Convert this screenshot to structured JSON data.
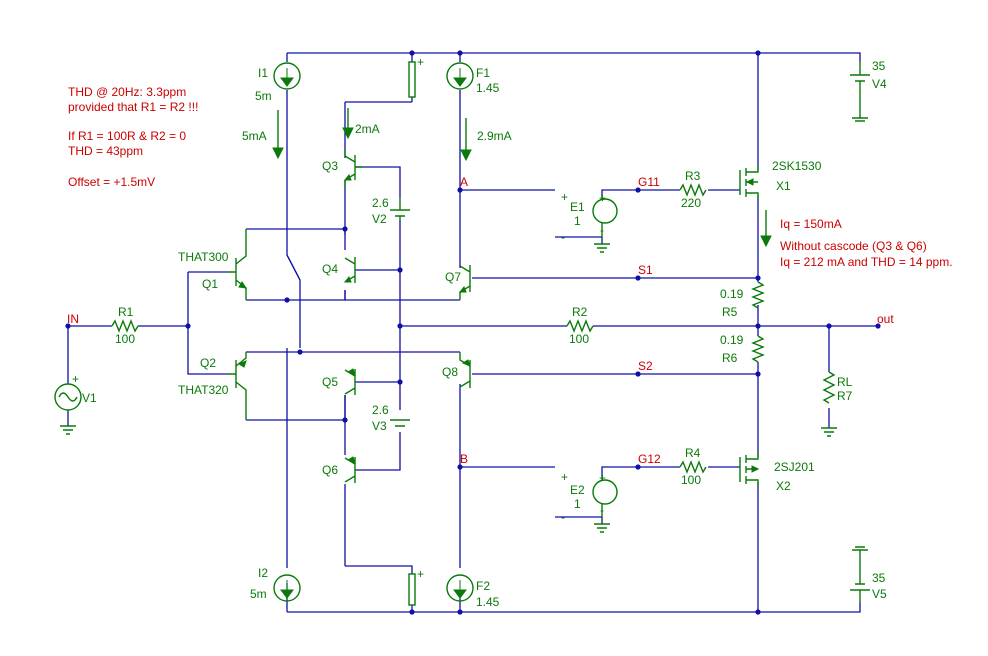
{
  "notes": {
    "thd_line1": "THD @ 20Hz:  3.3ppm",
    "thd_line2": "provided that R1 = R2 !!!",
    "alt_line1": "If R1 = 100R & R2 = 0",
    "alt_line2": "THD = 43ppm",
    "offset": "Offset = +1.5mV",
    "iq": "Iq = 150mA",
    "cascode_line1": "Without cascode (Q3 & Q6)",
    "cascode_line2": "Iq = 212 mA and THD = 14 ppm."
  },
  "currents": {
    "i5ma": "5mA",
    "i2ma": "2mA",
    "i29ma": "2.9mA"
  },
  "components": {
    "I1": {
      "name": "I1",
      "value": "5m"
    },
    "I2": {
      "name": "I2",
      "value": "5m"
    },
    "F1": {
      "name": "F1",
      "value": "1.45"
    },
    "F2": {
      "name": "F2",
      "value": "1.45"
    },
    "V1": {
      "name": "V1"
    },
    "V2": {
      "name": "V2",
      "value": "2.6"
    },
    "V3": {
      "name": "V3",
      "value": "2.6"
    },
    "V4": {
      "name": "V4",
      "value": "35"
    },
    "V5": {
      "name": "V5",
      "value": "35"
    },
    "E1": {
      "name": "E1",
      "value": "1"
    },
    "E2": {
      "name": "E2",
      "value": "1"
    },
    "R1": {
      "name": "R1",
      "value": "100"
    },
    "R2": {
      "name": "R2",
      "value": "100"
    },
    "R3": {
      "name": "R3",
      "value": "220"
    },
    "R4": {
      "name": "R4",
      "value": "100"
    },
    "R5": {
      "name": "R5",
      "value": "0.19"
    },
    "R6": {
      "name": "R6",
      "value": "0.19"
    },
    "R7": {
      "name": "R7",
      "value": "RL"
    },
    "Q1": {
      "name": "Q1",
      "model": "THAT300"
    },
    "Q2": {
      "name": "Q2",
      "model": "THAT320"
    },
    "Q3": {
      "name": "Q3"
    },
    "Q4": {
      "name": "Q4"
    },
    "Q5": {
      "name": "Q5"
    },
    "Q6": {
      "name": "Q6"
    },
    "Q7": {
      "name": "Q7"
    },
    "Q8": {
      "name": "Q8"
    },
    "X1": {
      "name": "X1",
      "model": "2SK1530"
    },
    "X2": {
      "name": "X2",
      "model": "2SJ201"
    }
  },
  "nets": {
    "in": "IN",
    "out": "out",
    "a": "A",
    "b": "B",
    "g11": "G11",
    "g12": "G12",
    "s1": "S1",
    "s2": "S2"
  },
  "polarity": {
    "plus": "+",
    "minus": "-"
  },
  "colors": {
    "wire": "#1010a8",
    "component": "#0a7a0a",
    "annotation": "#cc0000",
    "background": "#ffffff"
  }
}
